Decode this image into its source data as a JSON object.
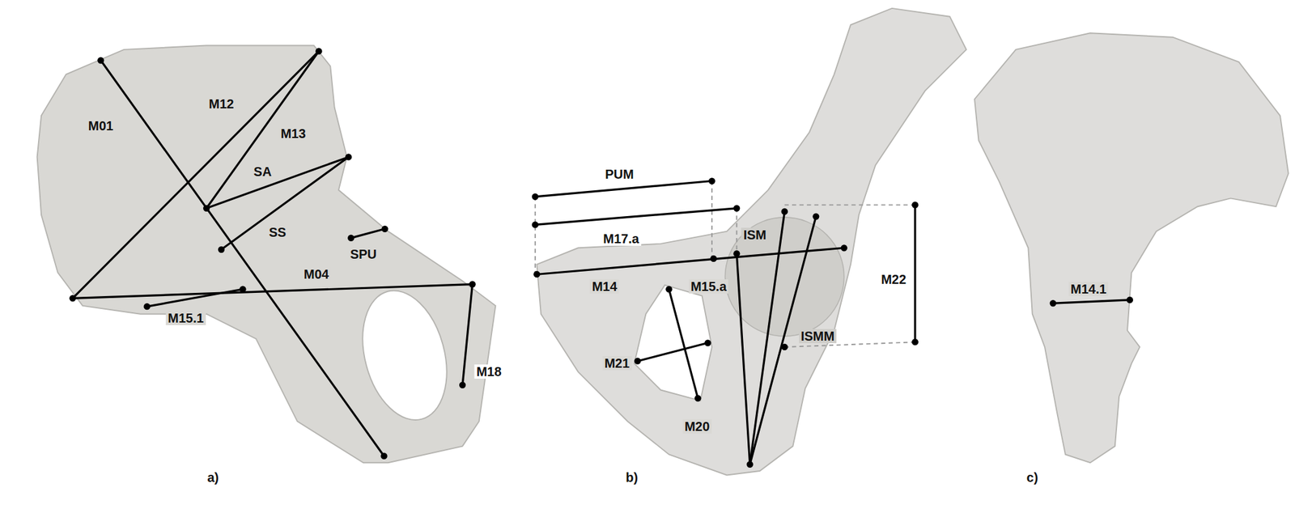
{
  "diagram": {
    "labels": [
      "M01",
      "M12",
      "M13",
      "SA",
      "SS",
      "SPU",
      "M04",
      "M15.1",
      "M18",
      "a)",
      "PUM",
      "M17.a",
      "ISM",
      "M14",
      "M15.a",
      "M22",
      "ISMM",
      "M21",
      "M20",
      "b)",
      "M14.1",
      "c)"
    ]
  }
}
